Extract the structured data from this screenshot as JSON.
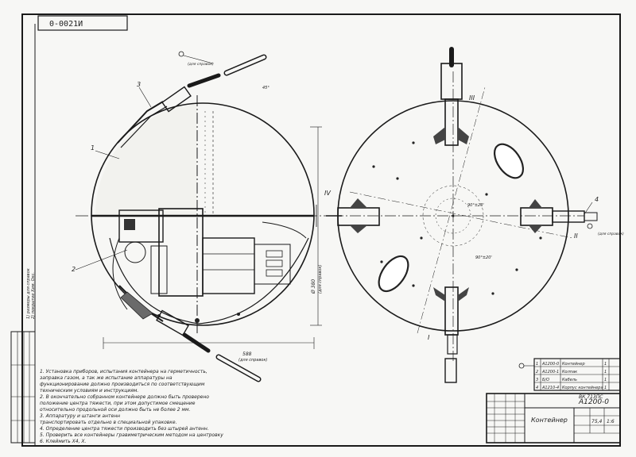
{
  "stamp_code": "0-0021И",
  "drawing_number": "А1200-0",
  "drawing_title": "Контейнер",
  "section_code": "ВК 713ПС",
  "scale": "1:6",
  "mass": "75,4",
  "callouts": {
    "c1": "1",
    "c2": "2",
    "c3": "3",
    "c4": "4"
  },
  "roman_marks": {
    "I": "I",
    "II": "II",
    "III": "III",
    "IV": "IV"
  },
  "dimensions": {
    "height": "Ø 380",
    "height_note": "(для справок)",
    "width": "588",
    "width_note": "(для справок)",
    "angle_left": "45°",
    "angle_center": "90°±20'",
    "ref_note": "(для справок)"
  },
  "spec_rows": [
    {
      "pos": "1",
      "designation": "А1200-0",
      "name": "Контейнер",
      "qty": "1"
    },
    {
      "pos": "2",
      "designation": "А1200-1",
      "name": "Колпак",
      "qty": "1"
    },
    {
      "pos": "3",
      "designation": "Б/О",
      "name": "Кабель",
      "qty": "1"
    },
    {
      "pos": "4",
      "designation": "А1210-4",
      "name": "Корпус контейнера",
      "qty": "1"
    }
  ],
  "notes": [
    "1. Установка приборов, испытания контейнера на герметичность,",
    "   заправка газом, а так же испытание аппаратуры на",
    "   функционирование должно производиться по соответствующим",
    "   техническим условиям и инструкциям.",
    "2. В окончательно собранном контейнере должно быть проверено",
    "   положение центра тяжести, при этом допустимое смещение",
    "   относительно продольной оси должно быть не более 2 мм.",
    "3. Аппаратуру и штанги антенн",
    "   транспортировать отдельно в специальной упаковке.",
    "4. Определение центра тяжести производить без штырей антенн.",
    "5. Проверить все контейнеры гравиметрическим методом на центровку",
    "6. Клеймить Х4, Х."
  ],
  "side_notes": [
    "1) размеры для справок",
    "2) покрытие Хим. Окс."
  ]
}
